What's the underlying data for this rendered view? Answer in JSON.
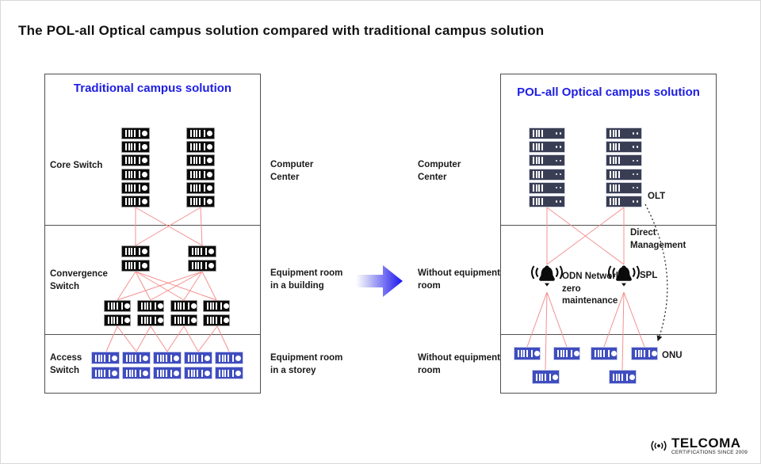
{
  "header": {
    "title": "The POL-all Optical campus solution compared with traditional campus solution"
  },
  "left_panel": {
    "title": "Traditional campus solution",
    "row_labels": [
      "Core Switch",
      "Convergence Switch",
      "Access Switch"
    ]
  },
  "comparison": {
    "traditional_labels": [
      "Computer Center",
      "Equipment room in a building",
      "Equipment room in a storey"
    ],
    "optical_labels": [
      "Computer Center",
      "Without equipment room",
      "Without equipment room"
    ]
  },
  "right_panel": {
    "title": "POL-all Optical campus solution",
    "olt_label": "OLT",
    "direct_management_label": "Direct Management",
    "spl_label": "SPL",
    "odn_label": "ODN Network zero maintenance",
    "onu_label": "ONU"
  },
  "logo": {
    "brand": "TELCOMA",
    "tagline": "CERTIFICATIONS SINCE 2009"
  },
  "colors": {
    "accent_blue": "#1e1ee4",
    "device_black": "#0b0b0b",
    "device_blue": "#3f4dc0",
    "device_navy": "#3a3e54",
    "connection_red": "#f49090"
  }
}
